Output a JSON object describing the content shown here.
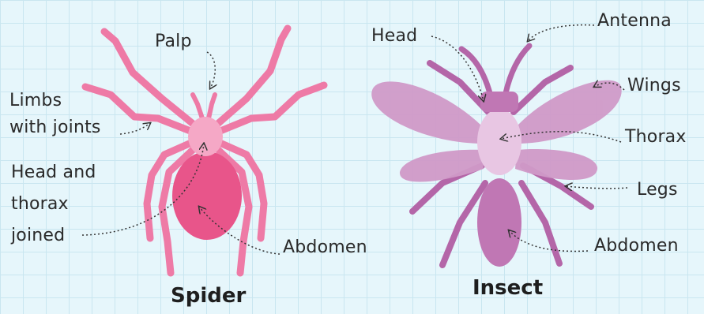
{
  "spider": {
    "title": "Spider",
    "labels": {
      "palp": "Palp",
      "limbs_line1": "Limbs",
      "limbs_line2": "with joints",
      "head_line1": "Head and",
      "head_line2": "thorax",
      "head_line3": "joined",
      "abdomen": "Abdomen"
    }
  },
  "insect": {
    "title": "Insect",
    "labels": {
      "head": "Head",
      "antenna": "Antenna",
      "wings": "Wings",
      "thorax": "Thorax",
      "legs": "Legs",
      "abdomen": "Abdomen"
    }
  },
  "colors": {
    "background": "#e6f6fb",
    "grid": "#c9e6f0",
    "spider_limb": "#ee7aa6",
    "spider_body": "#e8558a",
    "spider_head": "#f5a8c6",
    "insect_leg": "#b466a8",
    "insect_wing": "#d09ac8",
    "insect_thorax": "#e8c6e3",
    "insect_abdomen": "#c077b4"
  }
}
